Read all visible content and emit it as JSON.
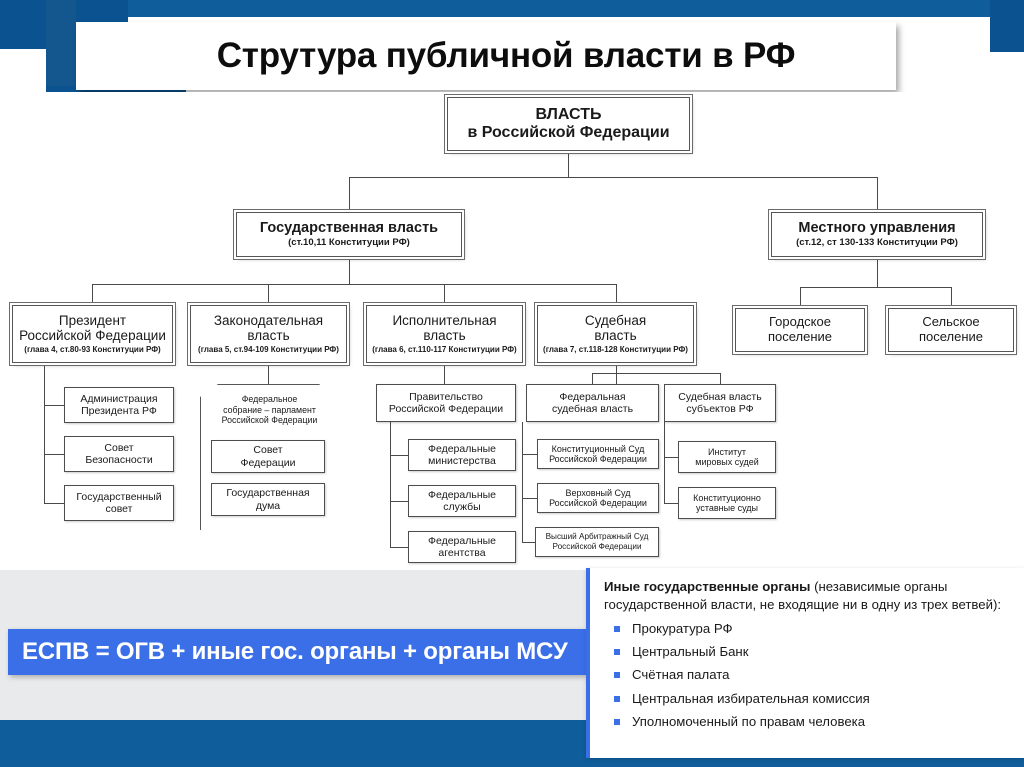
{
  "slide": {
    "title": "Струтура публичной власти в РФ",
    "accent_dark_blue": "#0f5d9a",
    "accent_bright_blue": "#3b6fe8",
    "background": "#ffffff"
  },
  "diagram": {
    "root": {
      "title": "ВЛАСТЬ",
      "subtitle": "в Российской Федерации"
    },
    "level2": [
      {
        "title": "Государственная власть",
        "subtitle": "(ст.10,11 Конституции РФ)"
      },
      {
        "title": "Местного управления",
        "subtitle": "(ст.12, ст 130-133 Конституции РФ)"
      }
    ],
    "branches": [
      {
        "title": "Президент",
        "title2": "Российской Федерации",
        "subtitle": "(глава 4, ст.80-93 Конституции РФ)"
      },
      {
        "title": "Законодательная",
        "title2": "власть",
        "subtitle": "(глава 5, ст.94-109 Конституции РФ)"
      },
      {
        "title": "Исполнительная",
        "title2": "власть",
        "subtitle": "(глава 6, ст.110-117 Конституции РФ)"
      },
      {
        "title": "Судебная",
        "title2": "власть",
        "subtitle": "(глава 7, ст.118-128 Конституции РФ)"
      }
    ],
    "municipal": [
      {
        "line1": "Городское",
        "line2": "поселение"
      },
      {
        "line1": "Сельское",
        "line2": "поселение"
      }
    ],
    "president_children": [
      {
        "line1": "Администрация",
        "line2": "Президента РФ"
      },
      {
        "line1": "Совет",
        "line2": "Безопасности"
      },
      {
        "line1": "Государственный",
        "line2": "совет"
      }
    ],
    "legislative": {
      "header_line1": "Федеральное",
      "header_line2": "собрание – парламент",
      "header_line3": "Российской Федерации",
      "chambers": [
        {
          "line1": "Совет",
          "line2": "Федерации"
        },
        {
          "line1": "Государственная",
          "line2": "дума"
        }
      ]
    },
    "executive": {
      "head_line1": "Правительство",
      "head_line2": "Российской Федерации",
      "children": [
        {
          "line1": "Федеральные",
          "line2": "министерства"
        },
        {
          "line1": "Федеральные",
          "line2": "службы"
        },
        {
          "line1": "Федеральные",
          "line2": "агентства"
        }
      ]
    },
    "judicial_federal": {
      "head_line1": "Федеральная",
      "head_line2": "судебная власть",
      "children": [
        {
          "line1": "Конституционный Суд",
          "line2": "Российской Федерации"
        },
        {
          "line1": "Верховный Суд",
          "line2": "Российской Федерации"
        },
        {
          "line1": "Высший Арбитражный Суд",
          "line2": "Российской Федерации"
        }
      ]
    },
    "judicial_regional": {
      "head_line1": "Судебная власть",
      "head_line2": "субъектов РФ",
      "children": [
        {
          "line1": "Институт",
          "line2": "мировых судей"
        },
        {
          "line1": "Конституционно",
          "line2": "уставные суды"
        }
      ]
    }
  },
  "formula": {
    "text": "ЕСПВ = ОГВ + иные гос. органы + органы МСУ"
  },
  "info_panel": {
    "lead_bold": "Иные государственные органы",
    "lead_rest": " (независимые органы государственной власти, не входящие ни в одну из трех ветвей):",
    "bullets": [
      "Прокуратура РФ",
      "Центральный Банк",
      "Счётная палата",
      "Центральная избирательная комиссия",
      "Уполномоченный по правам человека"
    ]
  }
}
